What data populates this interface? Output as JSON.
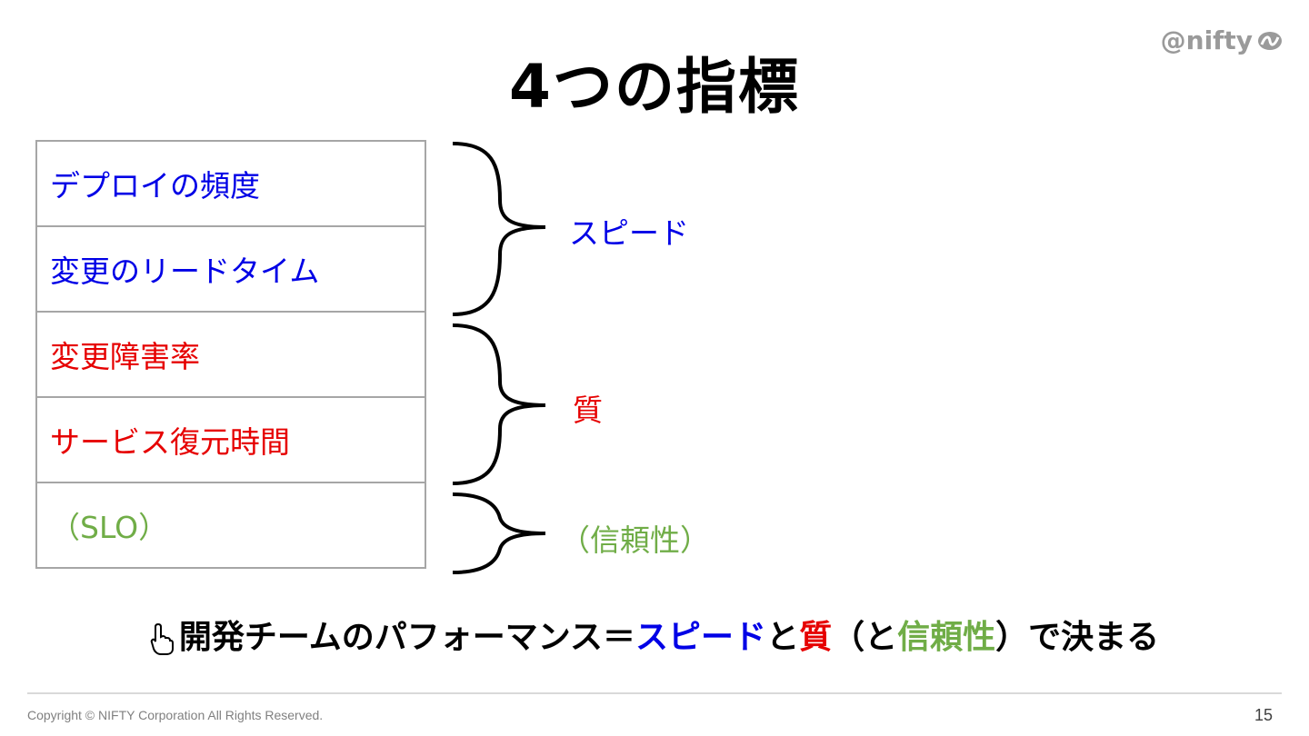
{
  "colors": {
    "speed": "#0000e6",
    "quality": "#e60000",
    "reliability": "#70ad47"
  },
  "logo": {
    "text": "@nifty",
    "icon": "nifty-swoosh-icon"
  },
  "slide": {
    "title": "4つの指標"
  },
  "metrics": [
    {
      "label": "デプロイの頻度",
      "group": "speed"
    },
    {
      "label": "変更のリードタイム",
      "group": "speed"
    },
    {
      "label": "変更障害率",
      "group": "quality"
    },
    {
      "label": "サービス復元時間",
      "group": "quality"
    },
    {
      "label": "（SLO）",
      "group": "reliability"
    }
  ],
  "groups": {
    "speed": "スピード",
    "quality": "質",
    "reliability": "（信頼性）"
  },
  "summary": {
    "icon": "pointing-hand-icon",
    "part1": "開発チームのパフォーマンス＝",
    "speed": "スピード",
    "part2": "と",
    "quality": "質",
    "part3": "（と",
    "reliability": "信頼性",
    "part4": "）で決まる"
  },
  "footer": {
    "copyright": "Copyright © NIFTY Corporation All Rights Reserved.",
    "page_number": "15"
  }
}
